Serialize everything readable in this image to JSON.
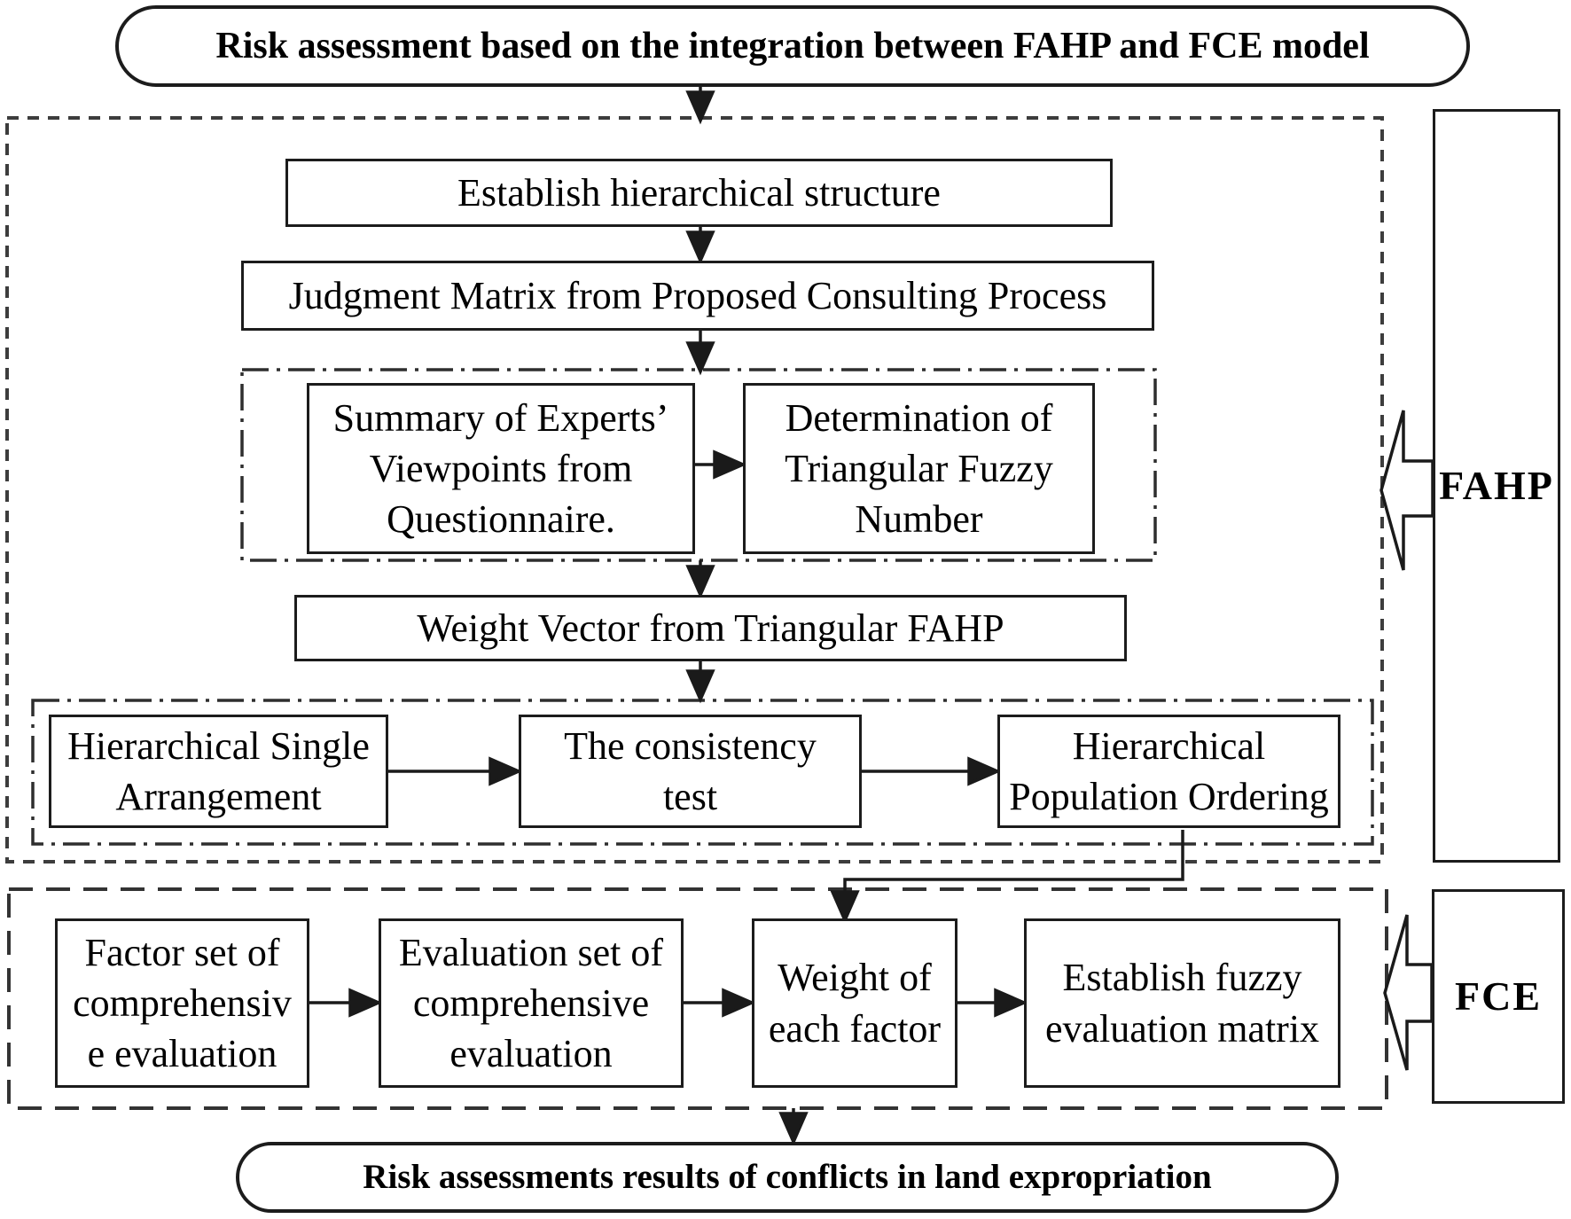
{
  "flowchart": {
    "colors": {
      "line": "#1c1c1c",
      "dash_border": "#3d3d3d",
      "background": "#ffffff"
    },
    "title": "Risk assessment based on the integration between FAHP and FCE model",
    "fahp": {
      "label": "FAHP",
      "establish_hierarchy": "Establish hierarchical structure",
      "judgment_matrix": "Judgment Matrix from Proposed Consulting Process",
      "experts_summary": "Summary of Experts’\nViewpoints from\nQuestionnaire.",
      "triangular_fuzzy": "Determination of\nTriangular Fuzzy\nNumber",
      "weight_vector": "Weight Vector from Triangular FAHP",
      "single_arrangement": "Hierarchical Single\nArrangement",
      "consistency_test": "The consistency\ntest",
      "population_ordering": "Hierarchical\nPopulation Ordering"
    },
    "fce": {
      "label": "FCE",
      "factor_set": "Factor set of\ncomprehensiv\ne evaluation",
      "evaluation_set": "Evaluation set of\ncomprehensive\nevaluation",
      "weight_each_factor": "Weight of\neach factor",
      "fuzzy_matrix": "Establish fuzzy\nevaluation matrix"
    },
    "result": "Risk assessments results of conflicts in land expropriation"
  }
}
